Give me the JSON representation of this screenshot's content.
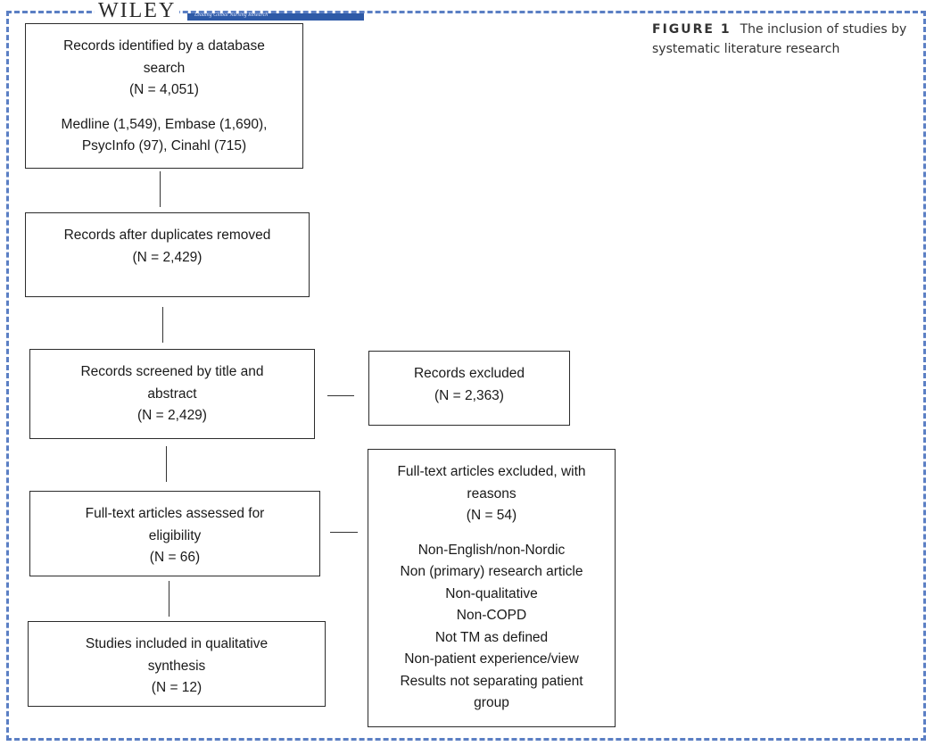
{
  "header": {
    "publisher": "WILEY",
    "band_text": "Leading Global Nursing Research"
  },
  "caption": {
    "label": "FIGURE 1",
    "text": "The inclusion of studies by systematic literature research"
  },
  "flow": {
    "identified": {
      "line1": "Records identified by a database",
      "line2": "search",
      "count": "(N = 4,051)",
      "sources1": "Medline (1,549), Embase (1,690),",
      "sources2": "PsycInfo (97), Cinahl (715)"
    },
    "deduplicated": {
      "line1": "Records after duplicates removed",
      "count": "(N = 2,429)"
    },
    "screened": {
      "line1": "Records screened by title and",
      "line2": "abstract",
      "count": "(N = 2,429)"
    },
    "excluded": {
      "line1": "Records excluded",
      "count": "(N = 2,363)"
    },
    "assessed": {
      "line1": "Full-text articles assessed for",
      "line2": "eligibility",
      "count": "(N = 66)"
    },
    "fulltext_excluded": {
      "line1": "Full-text articles excluded, with",
      "line2": "reasons",
      "count": "(N = 54)",
      "reasons": [
        "Non-English/non-Nordic",
        "Non (primary) research article",
        "Non-qualitative",
        "Non-COPD",
        "Not TM as defined",
        "Non-patient experience/view",
        "Results not separating patient",
        "group"
      ]
    },
    "included": {
      "line1": "Studies included in qualitative",
      "line2": "synthesis",
      "count": "(N = 12)"
    }
  }
}
